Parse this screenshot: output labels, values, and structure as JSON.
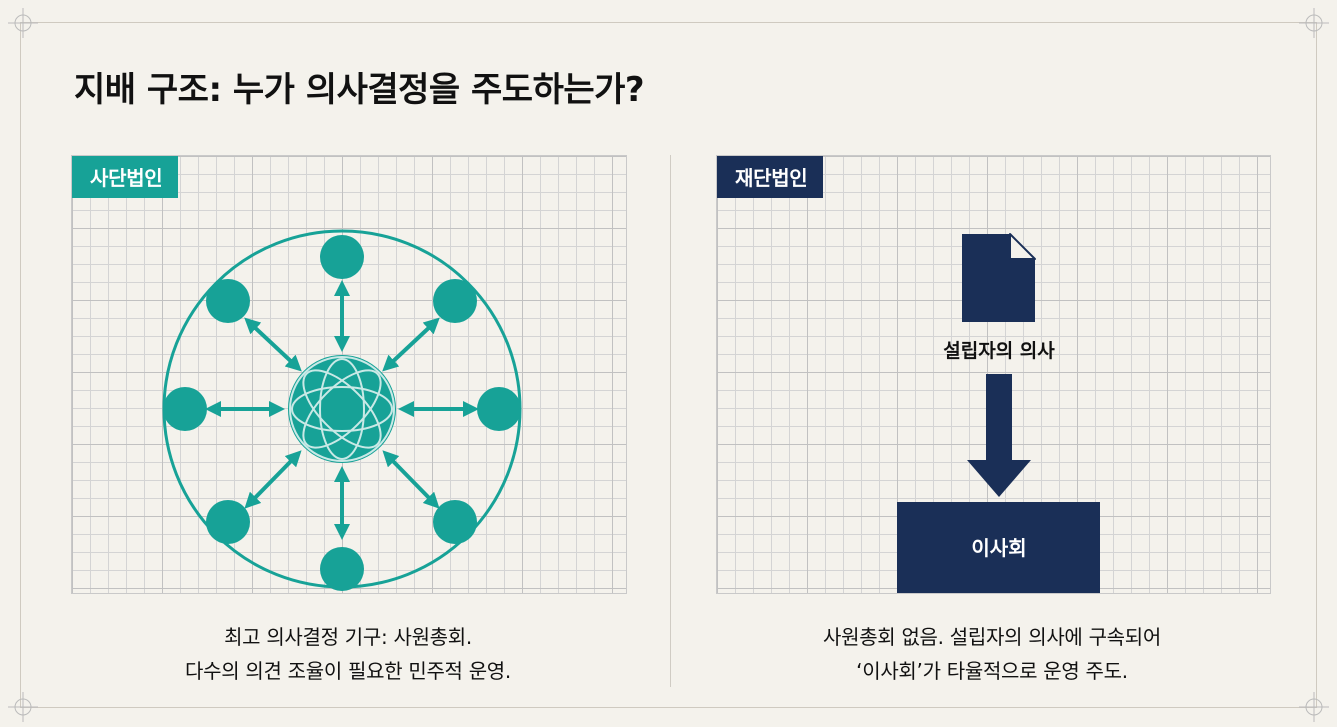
{
  "title": "지배 구조: 누가 의사결정을 주도하는가?",
  "left_panel": {
    "tag": "사단법인",
    "caption_line1": "최고 의사결정 기구: 사원총회.",
    "caption_line2": "다수의 의견 조율이 필요한 민주적 운영."
  },
  "right_panel": {
    "tag": "재단법인",
    "document_label": "설립자의 의사",
    "box_label": "이사회",
    "caption_line1": "사원총회 없음. 설립자의 의사에 구속되어",
    "caption_line2": "‘이사회’가 타율적으로 운영 주도."
  },
  "colors": {
    "teal": "#17a297",
    "navy": "#1a2f57",
    "background": "#f4f2ec"
  },
  "icons": [
    "network-hub-icon",
    "document-icon",
    "down-arrow-icon",
    "corner-crosshair-icon"
  ]
}
